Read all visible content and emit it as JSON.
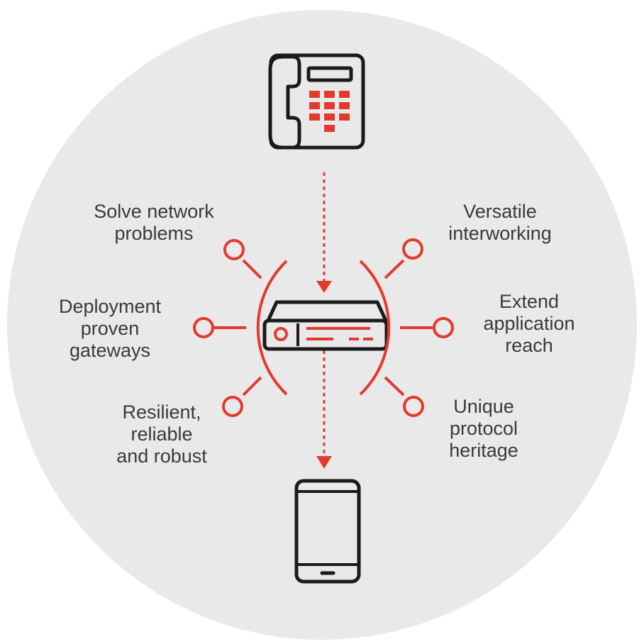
{
  "colors": {
    "background_circle": "#e9e9ea",
    "accent": "#e23b2e",
    "icon_stroke": "#1a1a1a",
    "text": "#3a3a3c"
  },
  "icons": {
    "top": "desk-phone-icon",
    "center": "gateway-device-icon",
    "bottom": "smartphone-icon"
  },
  "labels": {
    "solve_network": {
      "line1": "Solve network",
      "line2": "problems"
    },
    "versatile": {
      "line1": "Versatile",
      "line2": "interworking"
    },
    "deployment": {
      "line1": "Deployment",
      "line2": "proven",
      "line3": "gateways"
    },
    "extend": {
      "line1": "Extend",
      "line2": "application",
      "line3": "reach"
    },
    "resilient": {
      "line1": "Resilient,",
      "line2": "reliable",
      "line3": "and robust"
    },
    "unique": {
      "line1": "Unique",
      "line2": "protocol",
      "line3": "heritage"
    }
  }
}
